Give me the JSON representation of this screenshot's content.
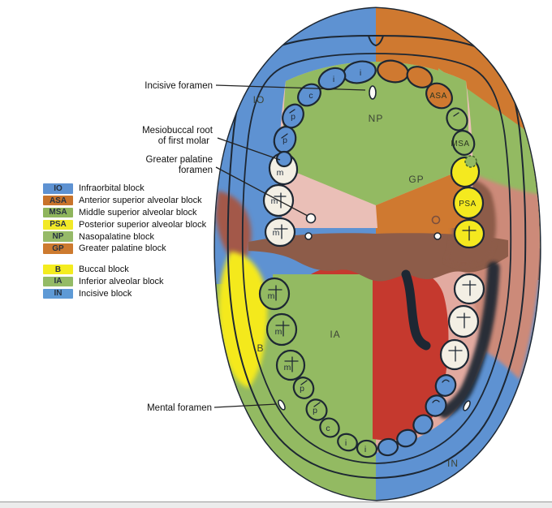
{
  "legend": {
    "groups": [
      {
        "items": [
          {
            "abbr": "IO",
            "label": "Infraorbital block",
            "color": "#5e92d2"
          },
          {
            "abbr": "ASA",
            "label": "Anterior superior alveolar block",
            "color": "#c8732b"
          },
          {
            "abbr": "MSA",
            "label": "Middle superior alveolar block",
            "color": "#8fb55c"
          },
          {
            "abbr": "PSA",
            "label": "Posterior superior alveolar block",
            "color": "#f2e927"
          },
          {
            "abbr": "NP",
            "label": "Nasopalatine block",
            "color": "#96ba68"
          },
          {
            "abbr": "GP",
            "label": "Greater palatine block",
            "color": "#cd7a2f"
          }
        ]
      },
      {
        "items": [
          {
            "abbr": "B",
            "label": "Buccal block",
            "color": "#f4ec1f"
          },
          {
            "abbr": "IA",
            "label": "Inferior alveolar block",
            "color": "#94bb66"
          },
          {
            "abbr": "IN",
            "label": "Incisive block",
            "color": "#5e9ad6"
          }
        ]
      }
    ]
  },
  "annotations": {
    "incisive_foramen": "Incisive foramen",
    "mesiobuccal_line1": "Mesiobuccal root",
    "mesiobuccal_line2": "of first molar",
    "greater_palatine_line1": "Greater palatine",
    "greater_palatine_line2": "foramen",
    "mental_foramen": "Mental foramen"
  },
  "region_labels": {
    "io": "IO",
    "asa": "ASA",
    "msa": "MSA",
    "psa": "PSA",
    "np": "NP",
    "gp": "GP",
    "b": "B",
    "ia": "IA",
    "in": "IN"
  },
  "teeth": {
    "upper_left": [
      "i",
      "i",
      "c",
      "p",
      "p",
      "m",
      "m",
      "m"
    ],
    "lower_left": [
      "m",
      "m",
      "m",
      "p",
      "p",
      "c",
      "i",
      "i"
    ]
  },
  "colors": {
    "blue": "#5e92d2",
    "orange": "#cf7930",
    "green": "#93ba62",
    "yellow": "#f4e91f",
    "palate_pink": "#eabfb7",
    "floor_pink": "#e2aaa0",
    "soft_palate_brown": "#8d5c49",
    "tongue_red": "#c5392e",
    "tooth_white": "#f3efe4",
    "outline": "#1d2733"
  }
}
